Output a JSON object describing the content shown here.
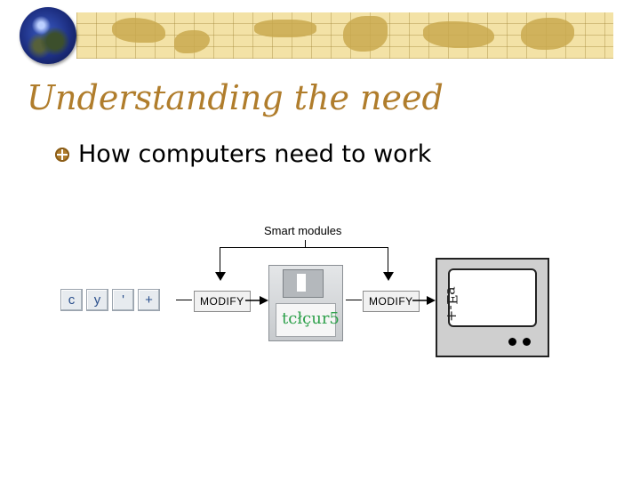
{
  "slide": {
    "title": "Understanding the need",
    "bullet": "How computers need to work"
  },
  "colors": {
    "title": "#b07d2c",
    "banner": "#f3e2a6",
    "land": "#c9a94f"
  },
  "diagram": {
    "smart_label": "Smart modules",
    "keys": [
      "c",
      "y",
      "'",
      "+"
    ],
    "modify_left": "MODIFY",
    "modify_right": "MODIFY",
    "floppy_label": "tcłçur5",
    "screen_text": "ɐƎ-+"
  }
}
